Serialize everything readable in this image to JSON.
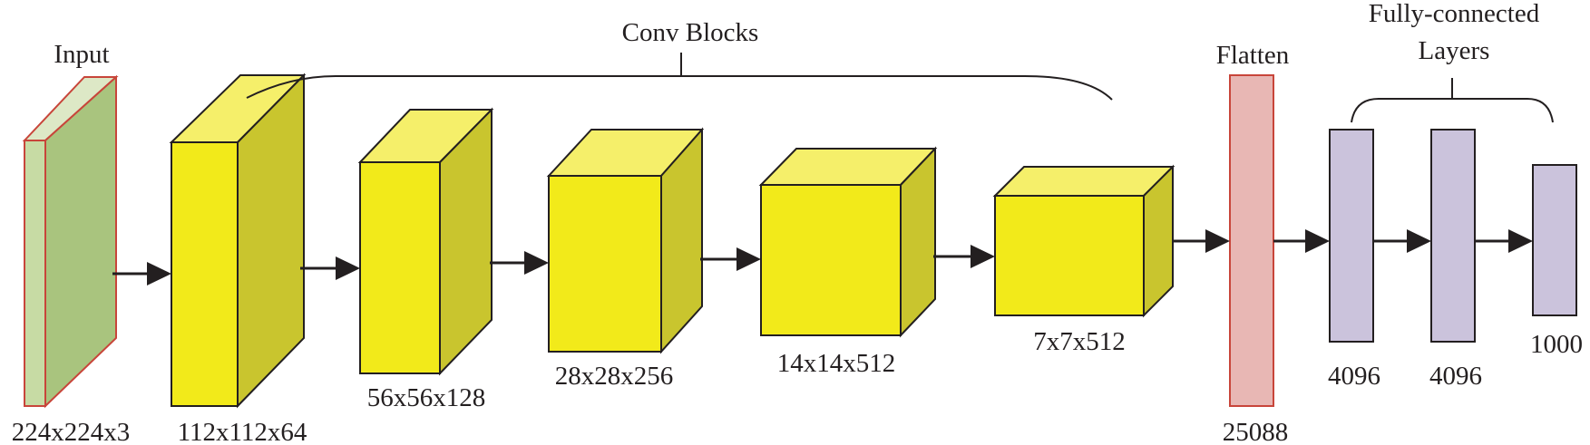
{
  "labels": {
    "input": "Input",
    "conv_blocks": "Conv Blocks",
    "flatten": "Flatten",
    "fully_connected_line1": "Fully-connected",
    "fully_connected_line2": "Layers"
  },
  "dimensions": {
    "input": "224x224x3",
    "conv1": "112x112x64",
    "conv2": "56x56x128",
    "conv3": "28x28x256",
    "conv4": "14x14x512",
    "conv5": "7x7x512",
    "flatten": "25088",
    "fc1": "4096",
    "fc2": "4096",
    "fc3": "1000"
  },
  "colors": {
    "conv_front": "#f2ea1a",
    "conv_top": "#f5ef6a",
    "conv_side": "#c9c52e",
    "input_face": "#a9c47e",
    "flatten": "#e8b7b4",
    "fully_connected": "#cbc3dc",
    "outline_red": "#c8453a"
  }
}
